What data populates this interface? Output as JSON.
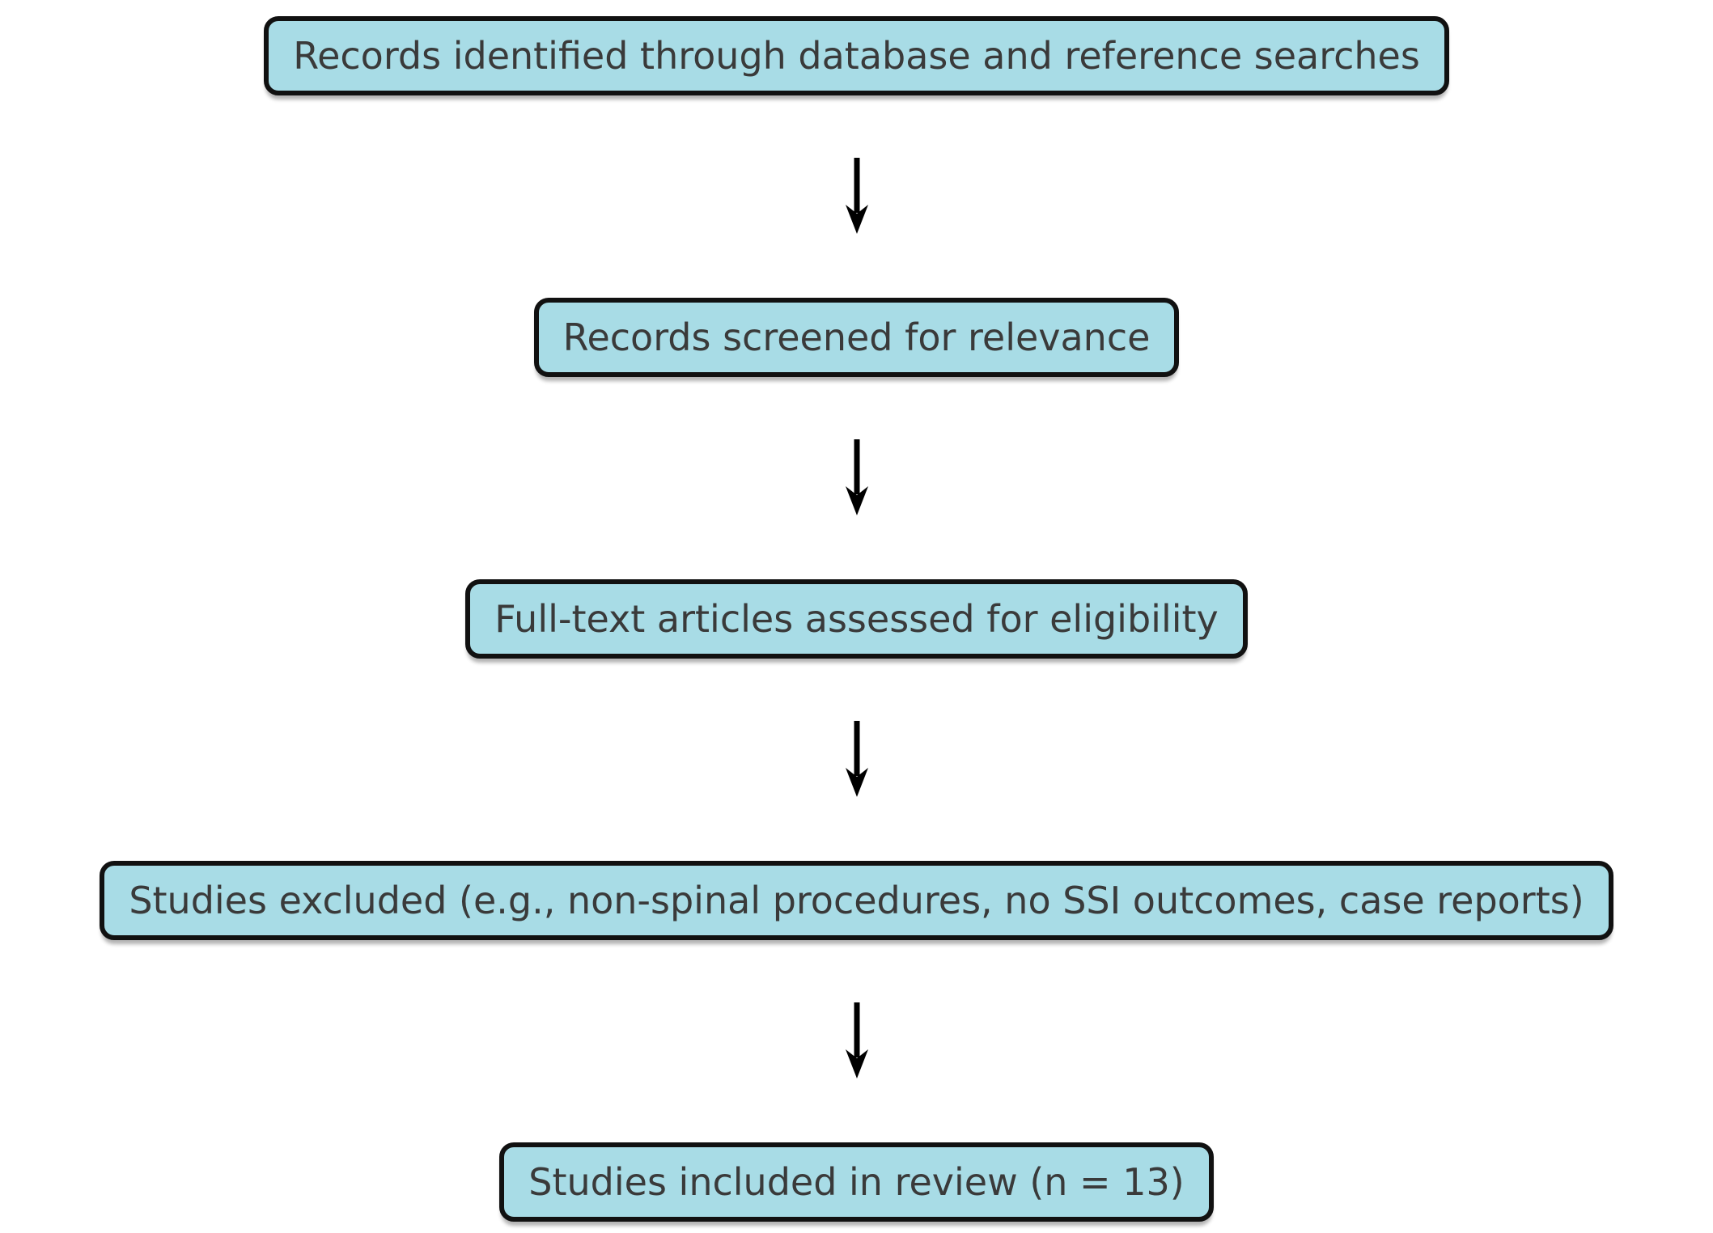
{
  "colors": {
    "background": "#ffffff",
    "box_fill": "#a8dce6",
    "box_border": "#111111",
    "text": "#3a3a3a",
    "arrow": "#000000"
  },
  "diagram": {
    "type": "flowchart",
    "direction": "top-down",
    "nodes": [
      {
        "id": "records-identified",
        "label": "Records identified through database and reference searches"
      },
      {
        "id": "records-screened",
        "label": "Records screened for relevance"
      },
      {
        "id": "fulltext-assessed",
        "label": "Full-text articles assessed for eligibility"
      },
      {
        "id": "studies-excluded",
        "label": "Studies excluded (e.g., non-spinal procedures, no SSI outcomes, case reports)"
      },
      {
        "id": "studies-included",
        "label": "Studies included in review (n = 13)"
      }
    ],
    "edges": [
      {
        "from": "records-identified",
        "to": "records-screened"
      },
      {
        "from": "records-screened",
        "to": "fulltext-assessed"
      },
      {
        "from": "fulltext-assessed",
        "to": "studies-excluded"
      },
      {
        "from": "studies-excluded",
        "to": "studies-included"
      }
    ]
  }
}
